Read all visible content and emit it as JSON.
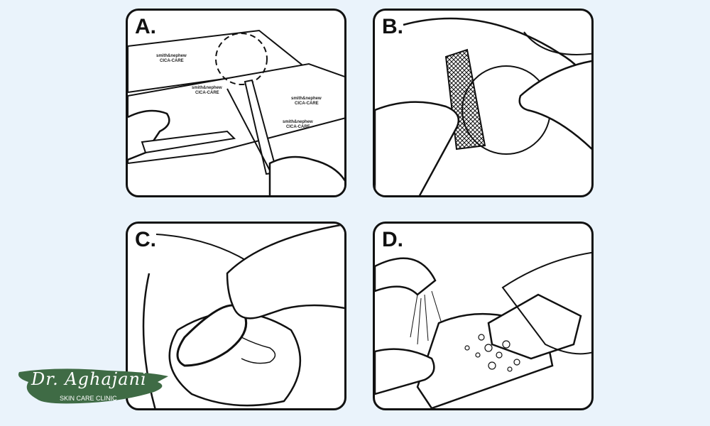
{
  "panels": [
    {
      "label": "A.",
      "sheet_brand": "smith&nephew",
      "sheet_product": "CICA-CARE"
    },
    {
      "label": "B."
    },
    {
      "label": "C."
    },
    {
      "label": "D."
    }
  ],
  "logo": {
    "name": "Dr. Aghajani",
    "subtitle": "SKIN CARE CLINIC",
    "color": "#3f6b45"
  },
  "background": "#eaf3fb"
}
